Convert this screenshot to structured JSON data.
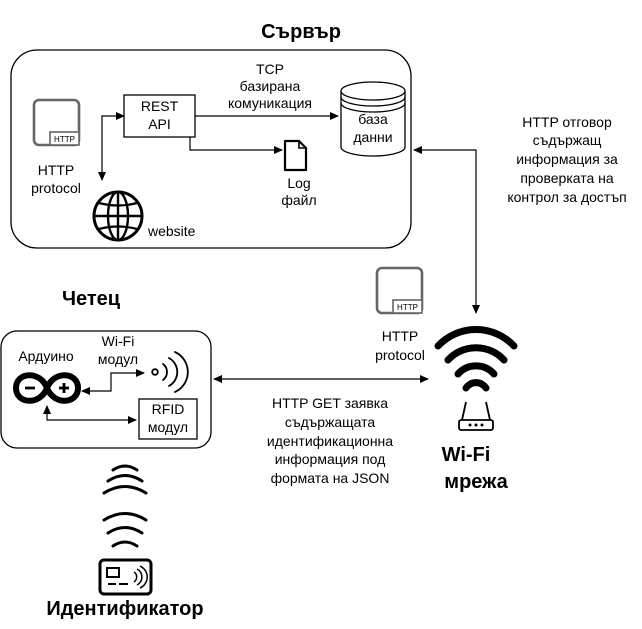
{
  "server": {
    "title": "Сървър"
  },
  "reader": {
    "title": "Четец"
  },
  "identifier": {
    "title": "Идентификатор"
  },
  "rest_api": {
    "lines": [
      "REST",
      "API"
    ]
  },
  "database": {
    "lines": [
      "база",
      "данни"
    ]
  },
  "tcp_label": {
    "lines": [
      "TCP",
      "базирана",
      "комуникация"
    ]
  },
  "log_file": {
    "lines": [
      "Log",
      "файл"
    ]
  },
  "http_protocol_server": {
    "icon_text": "HTTP",
    "lines": [
      "HTTP",
      "protocol"
    ]
  },
  "http_protocol_wifi": {
    "icon_text": "HTTP",
    "lines": [
      "HTTP",
      "protocol"
    ]
  },
  "website": {
    "label": "website"
  },
  "arduino": {
    "label": "Ардуино"
  },
  "wifi_module": {
    "lines": [
      "Wi-Fi",
      "модул"
    ]
  },
  "rfid_module": {
    "lines": [
      "RFID",
      "модул"
    ]
  },
  "http_response": {
    "lines": [
      "HTTP отговор",
      "съдържащ",
      "информация за",
      "проверката на",
      "контрол за достъп"
    ]
  },
  "http_get": {
    "lines": [
      "HTTP GET заявка",
      "съдържащата",
      "идентификационна",
      "информация под",
      "формата на JSON"
    ]
  },
  "wifi_network": {
    "lines": [
      "Wi-Fi",
      "мрежа"
    ]
  },
  "icons": [
    "http-protocol-icon",
    "globe-icon",
    "document-icon",
    "database-icon",
    "arduino-logo-icon",
    "wireless-signal-icon",
    "wifi-icon",
    "router-icon",
    "rfid-card-icon"
  ]
}
